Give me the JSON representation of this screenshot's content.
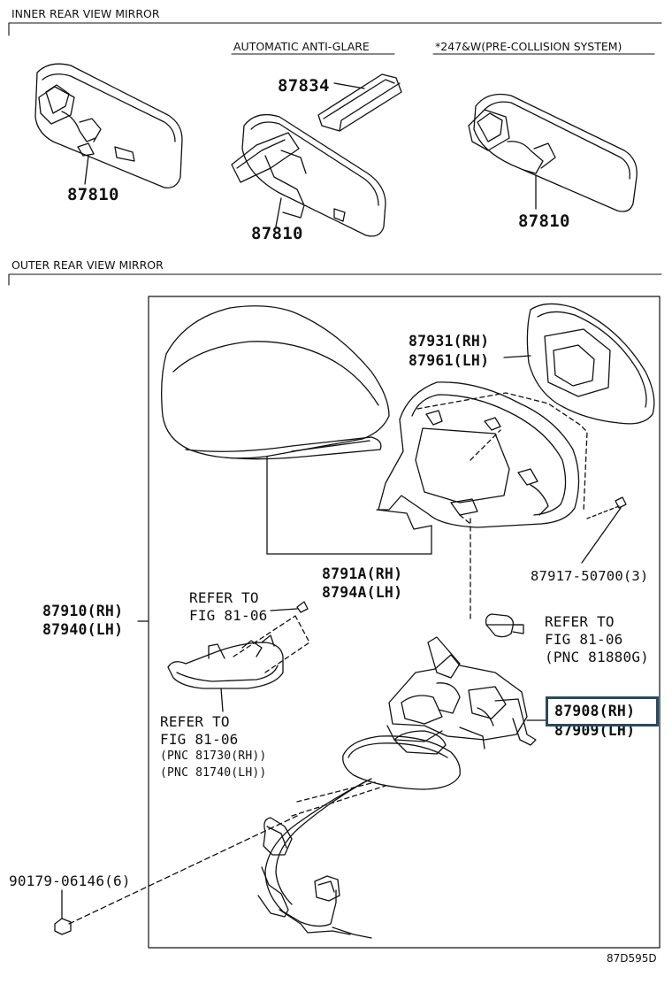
{
  "sections": {
    "inner": "INNER REAR VIEW MIRROR",
    "outer": "OUTER REAR VIEW MIRROR"
  },
  "subheads": {
    "anti_glare": "AUTOMATIC ANTI-GLARE",
    "pre_collision": "*247&W(PRE-COLLISION SYSTEM)"
  },
  "parts": {
    "p87834": "87834",
    "p87810_a": "87810",
    "p87810_b": "87810",
    "p87810_c": "87810",
    "p87931": "87931(RH)",
    "p87961": "87961(LH)",
    "p8791a": "8791A(RH)",
    "p8794a": "8794A(LH)",
    "p87917": "87917-50700(3)",
    "p87910": "87910(RH)",
    "p87940": "87940(LH)",
    "p87908": "87908(RH)",
    "p87909": "87909(LH)",
    "p90179": "90179-06146(6)"
  },
  "refs": {
    "ref1_a": "REFER TO",
    "ref1_b": "FIG 81-06",
    "ref2_a": "REFER TO",
    "ref2_b": "FIG 81-06",
    "ref2_c": "(PNC 81880G)",
    "ref3_a": "REFER TO",
    "ref3_b": "FIG 81-06",
    "ref3_c": "(PNC 81730(RH))",
    "ref3_d": "(PNC 81740(LH))"
  },
  "diagram_code": "87D595D",
  "highlight_color": "#2a4a5c"
}
